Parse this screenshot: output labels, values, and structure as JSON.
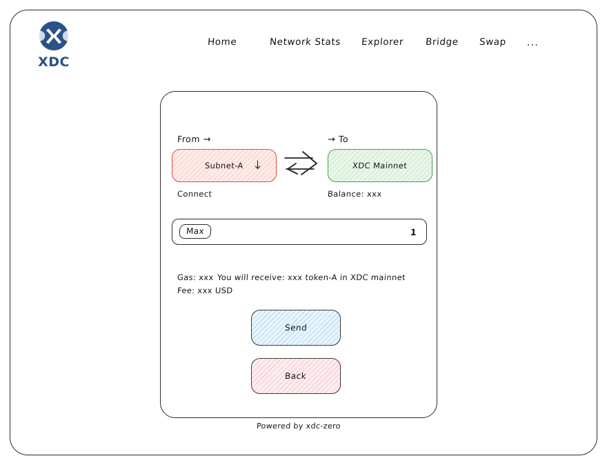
{
  "brand": {
    "logo_icon": "xdc-circle-x-icon",
    "wordmark": "XDC",
    "logo_color": "#2a4f86"
  },
  "nav": {
    "items": [
      {
        "label": "Home"
      },
      {
        "label": "Network Stats"
      },
      {
        "label": "Explorer"
      },
      {
        "label": "Bridge"
      },
      {
        "label": "Swap"
      }
    ],
    "more_label": "..."
  },
  "bridge": {
    "from": {
      "label": "From",
      "arrow": "→",
      "chain": "Subnet-A",
      "caret_icon": "chevron-down-icon",
      "sub_label": "Connect",
      "border_color": "#e8453c",
      "fill_color": "#fdecea"
    },
    "swap_icon": "swap-arrows-icon",
    "to": {
      "label": "To",
      "arrow": "→",
      "chain": "XDC Mainnet",
      "sub_label": "Balance: xxx",
      "border_color": "#43a047",
      "fill_color": "#e9f6ea"
    },
    "amount": {
      "max_label": "Max",
      "value": "1",
      "placeholder": "0"
    },
    "info": [
      "Gas: xxx",
      "You will receive: xxx token-A in XDC mainnet",
      "Fee: xxx USD"
    ],
    "send_label": "Send",
    "back_label": "Back",
    "send_color": "#eaf5fc",
    "back_color": "#fdeef0"
  },
  "footer": {
    "note": "Powered by xdc-zero"
  }
}
